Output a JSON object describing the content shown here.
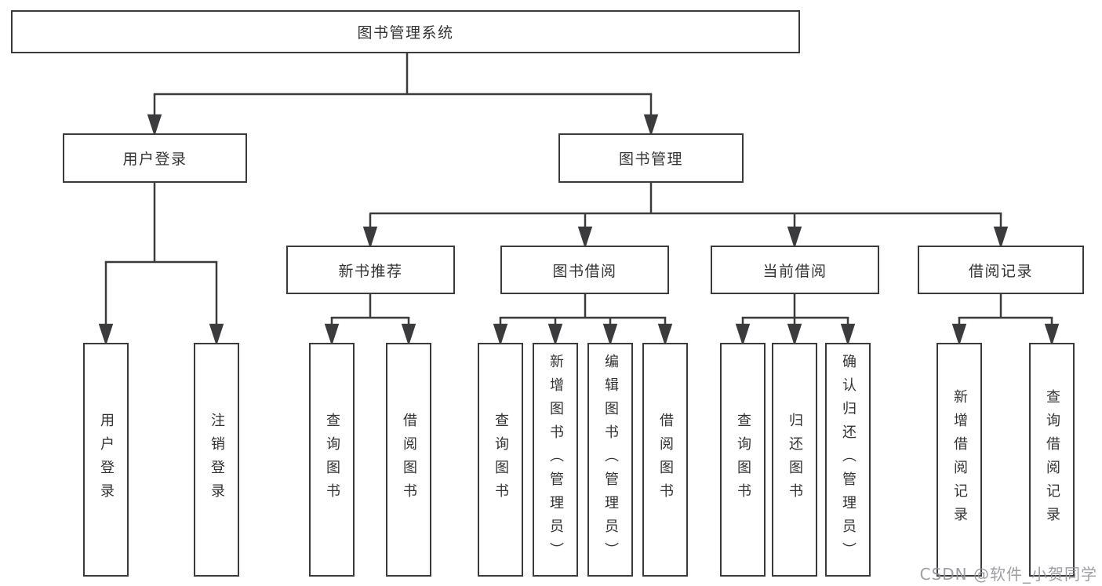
{
  "diagram": {
    "type": "function-structure-tree",
    "watermark": "CSDN @软件_小贺同学",
    "colors": {
      "background": "#ffffff",
      "box_border": "#3b3b3d",
      "connector_line": "#3b3b3d",
      "text": "#333333",
      "watermark_text": "#949499"
    },
    "tree": {
      "label": "图书管理系统",
      "children": [
        {
          "label": "用户登录",
          "children": [
            {
              "label": "用户登录"
            },
            {
              "label": "注销登录"
            }
          ]
        },
        {
          "label": "图书管理",
          "children": [
            {
              "label": "新书推荐",
              "children": [
                {
                  "label": "查询图书"
                },
                {
                  "label": "借阅图书"
                }
              ]
            },
            {
              "label": "图书借阅",
              "children": [
                {
                  "label": "查询图书"
                },
                {
                  "label": "新增图书（管理员）"
                },
                {
                  "label": "编辑图书（管理员）"
                },
                {
                  "label": "借阅图书"
                }
              ]
            },
            {
              "label": "当前借阅",
              "children": [
                {
                  "label": "查询图书"
                },
                {
                  "label": "归还图书"
                },
                {
                  "label": "确认归还（管理员）"
                }
              ]
            },
            {
              "label": "借阅记录",
              "children": [
                {
                  "label": "新增借阅记录"
                },
                {
                  "label": "查询借阅记录"
                }
              ]
            }
          ]
        }
      ]
    }
  }
}
